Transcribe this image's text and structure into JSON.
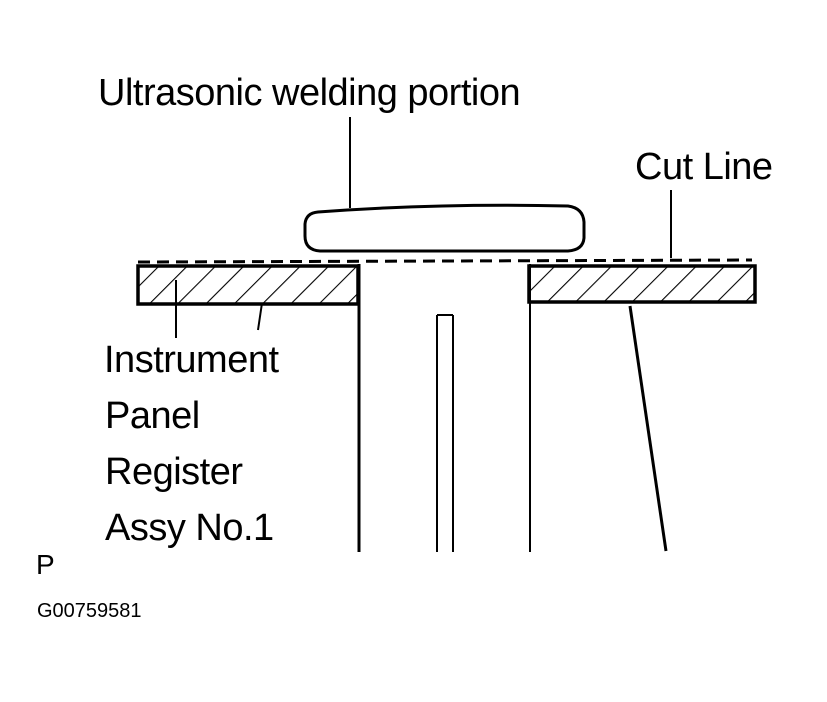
{
  "labels": {
    "welding_portion": "Ultrasonic welding portion",
    "cut_line": "Cut Line",
    "part_name_line1": "Instrument",
    "part_name_line2": "Panel",
    "part_name_line3": "Register",
    "part_name_line4": "Assy No.1",
    "view_marker": "P",
    "figure_code": "G00759581"
  },
  "colors": {
    "ink": "#000000",
    "background": "#ffffff"
  }
}
